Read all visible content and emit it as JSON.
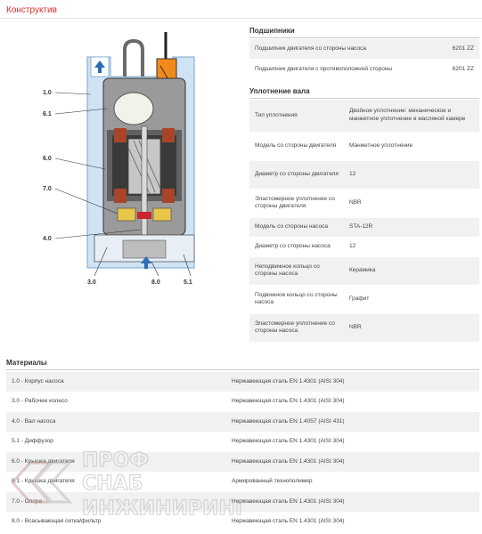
{
  "page_title": "Конструктив",
  "bearings": {
    "heading": "Подшипники",
    "rows": [
      {
        "label": "Подшипник двигателя со стороны насоса",
        "value": "6201 ZZ"
      },
      {
        "label": "Подшипник двигателя с противоположной стороны",
        "value": "6201 ZZ"
      }
    ]
  },
  "shaft_seal": {
    "heading": "Уплотнение вала",
    "rows": [
      {
        "label": "Тип уплотнения",
        "value": "Двойное уплотнение: механическое и манжетное уплотнение в масляной камере"
      },
      {
        "label": "Модель со стороны двигателя",
        "value": "Манжетное уплотнение"
      },
      {
        "label": "Диаметр со стороны двигателя",
        "value": "12"
      },
      {
        "label": "Эластомерное уплотнение со стороны двигателя",
        "value": "NBR"
      },
      {
        "label": "Модель со стороны насоса",
        "value": "STA-12R"
      },
      {
        "label": "Диаметр со стороны насоса",
        "value": "12"
      },
      {
        "label": "Неподвижное кольцо со стороны насоса",
        "value": "Керамика"
      },
      {
        "label": "Подвижное кольцо со стороны насоса",
        "value": "Графит"
      },
      {
        "label": "Эластомерное уплотнение со стороны насоса",
        "value": "NBR"
      }
    ]
  },
  "materials": {
    "heading": "Материалы",
    "rows": [
      {
        "label": "1.0 - Корпус насоса",
        "value": "Нержавеющая сталь EN 1.4301 (AISI 304)"
      },
      {
        "label": "3.0 - Рабочее колесо",
        "value": "Нержавеющая сталь EN 1.4301 (AISI 304)"
      },
      {
        "label": "4.0 - Вал насоса",
        "value": "Нержавеющая сталь EN 1.4057 (AISI 431)"
      },
      {
        "label": "5.1 - Диффузор",
        "value": "Нержавеющая сталь EN 1.4301 (AISI 304)"
      },
      {
        "label": "6.0 - Крышка двигателя",
        "value": "Нержавеющая сталь EN 1.4301 (AISI 304)"
      },
      {
        "label": "6.1 - Крышка двигателя",
        "value": "Армированный технополимер"
      },
      {
        "label": "7.0 - Опора",
        "value": "Нержавеющая сталь EN 1.4301 (AISI 304)"
      },
      {
        "label": "8.0 - Всасывающая сетка/фильтр",
        "value": "Нержавеющая сталь EN 1.4301 (AISI 304)"
      }
    ]
  },
  "diagram_labels": {
    "l1_0": "1.0",
    "l6_1": "6.1",
    "l6_0": "6.0",
    "l7_0": "7.0",
    "l4_0": "4.0",
    "l3_0": "3.0",
    "l8_0": "8.0",
    "l5_1": "5.1"
  },
  "watermark": {
    "line1": "ПРОФ",
    "line2": "СНАБ",
    "line3": "ИНЖИНИРИНГ"
  },
  "colors": {
    "title": "#d9302c",
    "water": "#cfe3f5",
    "row_alt": "#f1f1f1",
    "orange": "#f08a1c"
  }
}
